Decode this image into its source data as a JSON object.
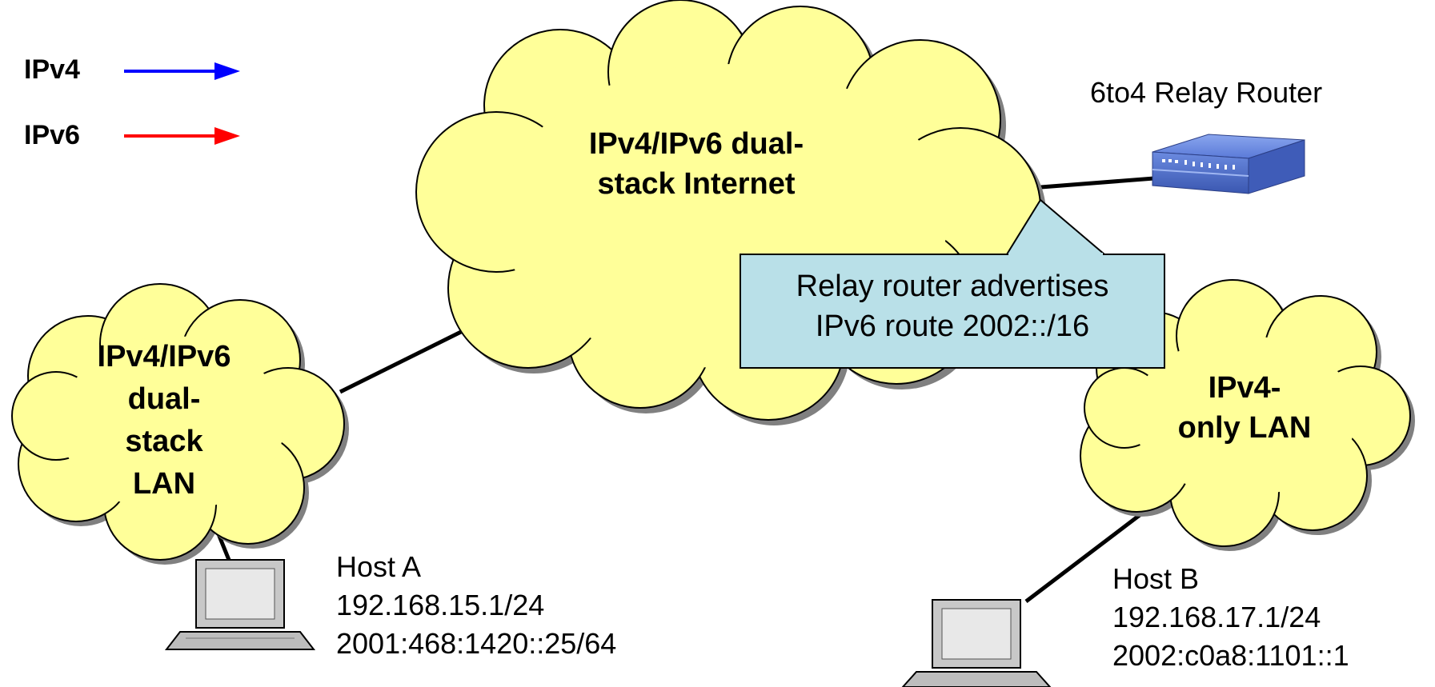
{
  "legend": [
    {
      "label": "IPv4",
      "color": "#0000ff"
    },
    {
      "label": "IPv6",
      "color": "#ff0000"
    }
  ],
  "clouds": {
    "internet": {
      "line1": "IPv4/IPv6 dual-",
      "line2": "stack Internet"
    },
    "dual_lan": {
      "line1": "IPv4/IPv6",
      "line2": "dual-",
      "line3": "stack",
      "line4": "LAN"
    },
    "v4_lan": {
      "line1": "IPv4-",
      "line2": "only LAN"
    }
  },
  "router": {
    "label": "6to4 Relay Router"
  },
  "callout": {
    "line1": "Relay router advertises",
    "line2": "IPv6 route 2002::/16"
  },
  "host_a": {
    "name": "Host A",
    "ipv4": "192.168.15.1/24",
    "ipv6": "2001:468:1420::25/64"
  },
  "host_b": {
    "name": "Host B",
    "ipv4": "192.168.17.1/24",
    "ipv6": "2002:c0a8:1101::1"
  },
  "colors": {
    "cloud_fill": "#ffff99",
    "callout_fill": "#b9e0e8",
    "router": "#4f6fc9"
  }
}
